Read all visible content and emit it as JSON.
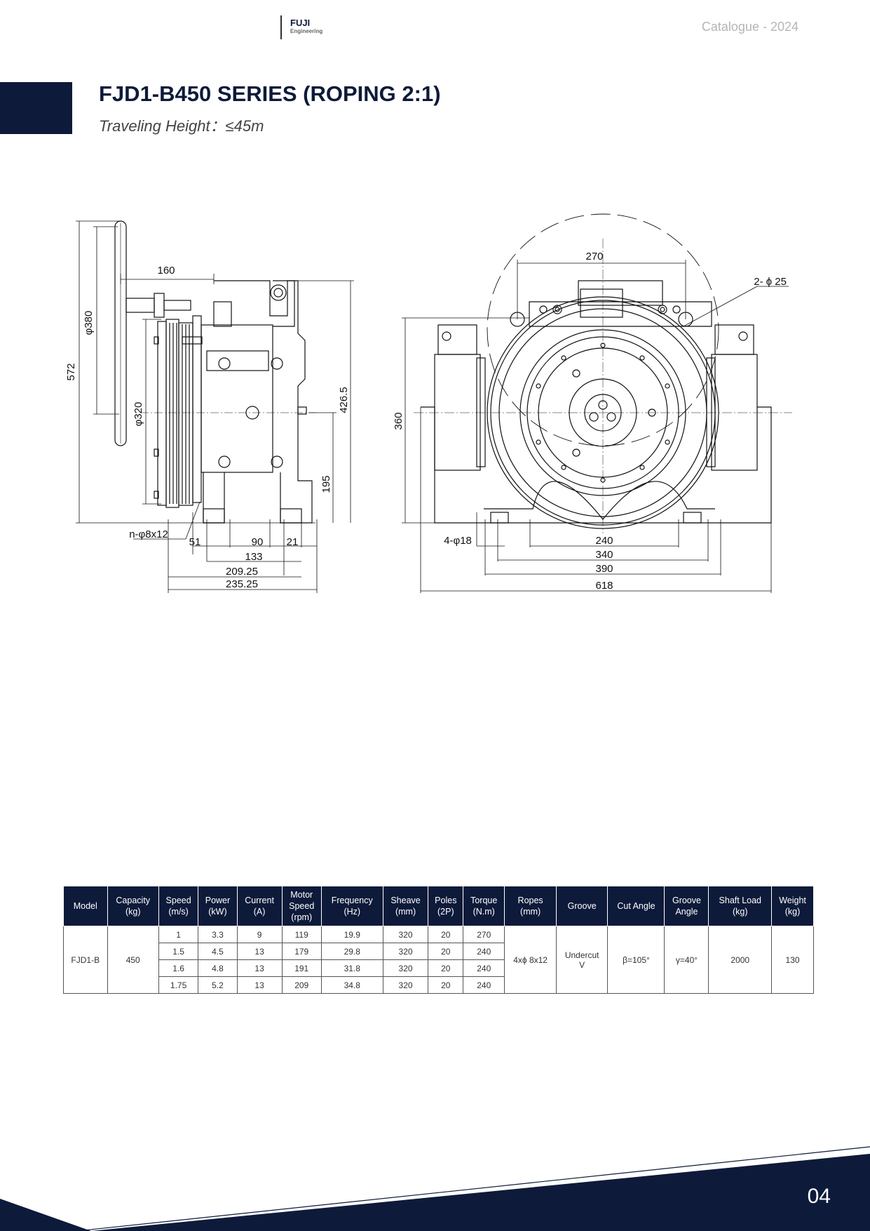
{
  "header": {
    "brand_line1": "FUJI",
    "brand_line2": "Engineering",
    "catalogue": "Catalogue - 2024"
  },
  "title": "FJD1-B450 SERIES (ROPING 2:1)",
  "subtitle": "Traveling Height：≤45m",
  "drawing": {
    "side_view": {
      "d_160": "160",
      "d_phi380": "φ380",
      "d_572": "572",
      "d_phi320": "φ320",
      "d_426_5": "426.5",
      "d_195": "195",
      "d_n_phi8x12": "n-φ8x12",
      "d_51": "51",
      "d_90": "90",
      "d_21": "21",
      "d_133": "133",
      "d_209_25": "209.25",
      "d_235_25": "235.25"
    },
    "front_view": {
      "d_270": "270",
      "d_2_phi25": "2- ϕ 25",
      "d_360": "360",
      "d_4_phi18": "4-φ18",
      "d_240": "240",
      "d_340": "340",
      "d_390": "390",
      "d_618": "618"
    }
  },
  "table": {
    "headers": [
      {
        "line1": "Model",
        "line2": "",
        "line3": ""
      },
      {
        "line1": "Capacity",
        "line2": "(kg)",
        "line3": ""
      },
      {
        "line1": "Speed",
        "line2": "(m/s)",
        "line3": ""
      },
      {
        "line1": "Power",
        "line2": "(kW)",
        "line3": ""
      },
      {
        "line1": "Current",
        "line2": "(A)",
        "line3": ""
      },
      {
        "line1": "Motor",
        "line2": "Speed",
        "line3": "(rpm)"
      },
      {
        "line1": "Frequency",
        "line2": "(Hz)",
        "line3": ""
      },
      {
        "line1": "Sheave",
        "line2": "(mm)",
        "line3": ""
      },
      {
        "line1": "Poles",
        "line2": "(2P)",
        "line3": ""
      },
      {
        "line1": "Torque",
        "line2": "(N.m)",
        "line3": ""
      },
      {
        "line1": "Ropes",
        "line2": "(mm)",
        "line3": ""
      },
      {
        "line1": "Groove",
        "line2": "",
        "line3": ""
      },
      {
        "line1": "Cut Angle",
        "line2": "",
        "line3": ""
      },
      {
        "line1": "Groove",
        "line2": "Angle",
        "line3": ""
      },
      {
        "line1": "Shaft Load",
        "line2": "(kg)",
        "line3": ""
      },
      {
        "line1": "Weight",
        "line2": "(kg)",
        "line3": ""
      }
    ],
    "model": "FJD1-B",
    "capacity": "450",
    "rows": [
      {
        "speed": "1",
        "power": "3.3",
        "current": "9",
        "motor_speed": "119",
        "frequency": "19.9",
        "sheave": "320",
        "poles": "20",
        "torque": "270"
      },
      {
        "speed": "1.5",
        "power": "4.5",
        "current": "13",
        "motor_speed": "179",
        "frequency": "29.8",
        "sheave": "320",
        "poles": "20",
        "torque": "240"
      },
      {
        "speed": "1.6",
        "power": "4.8",
        "current": "13",
        "motor_speed": "191",
        "frequency": "31.8",
        "sheave": "320",
        "poles": "20",
        "torque": "240"
      },
      {
        "speed": "1.75",
        "power": "5.2",
        "current": "13",
        "motor_speed": "209",
        "frequency": "34.8",
        "sheave": "320",
        "poles": "20",
        "torque": "240"
      }
    ],
    "ropes": "4xϕ 8x12",
    "groove_line1": "Undercut",
    "groove_line2": "V",
    "cut_angle": "β=105°",
    "groove_angle": "γ=40°",
    "shaft_load": "2000",
    "weight": "130"
  },
  "footer": {
    "page_number": "04",
    "color": "#0d1a3a"
  }
}
